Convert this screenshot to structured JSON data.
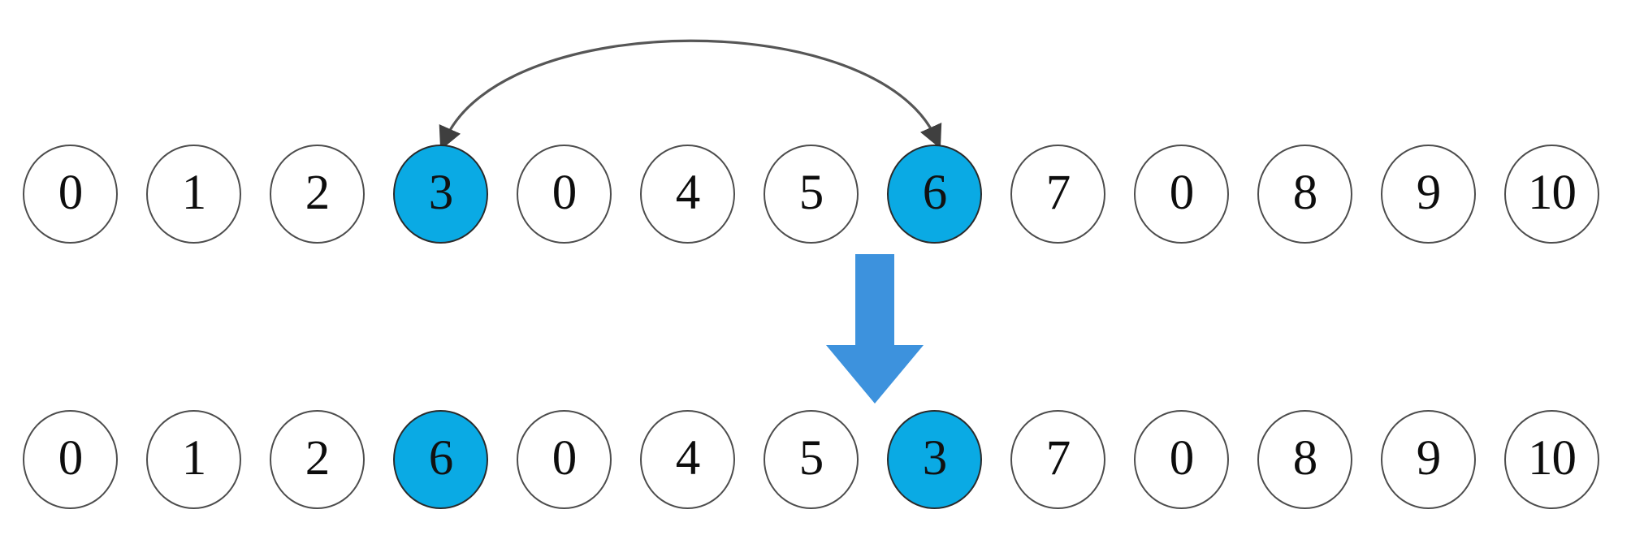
{
  "diagram": {
    "title": "array-element-swap-illustration",
    "type": "swap-diagram",
    "highlight_color": "#0aaae4",
    "arrow_color": "#3d92dd",
    "outline_color": "#4d4d4d",
    "text_color": "#0d0d0d",
    "background_color": "#ffffff"
  },
  "rows": [
    {
      "name": "before",
      "nodes": [
        {
          "value": "0",
          "highlighted": false
        },
        {
          "value": "1",
          "highlighted": false
        },
        {
          "value": "2",
          "highlighted": false
        },
        {
          "value": "3",
          "highlighted": true
        },
        {
          "value": "0",
          "highlighted": false
        },
        {
          "value": "4",
          "highlighted": false
        },
        {
          "value": "5",
          "highlighted": false
        },
        {
          "value": "6",
          "highlighted": true
        },
        {
          "value": "7",
          "highlighted": false
        },
        {
          "value": "0",
          "highlighted": false
        },
        {
          "value": "8",
          "highlighted": false
        },
        {
          "value": "9",
          "highlighted": false
        },
        {
          "value": "10",
          "highlighted": false
        }
      ]
    },
    {
      "name": "after",
      "nodes": [
        {
          "value": "0",
          "highlighted": false
        },
        {
          "value": "1",
          "highlighted": false
        },
        {
          "value": "2",
          "highlighted": false
        },
        {
          "value": "6",
          "highlighted": true
        },
        {
          "value": "0",
          "highlighted": false
        },
        {
          "value": "4",
          "highlighted": false
        },
        {
          "value": "5",
          "highlighted": false
        },
        {
          "value": "3",
          "highlighted": true
        },
        {
          "value": "7",
          "highlighted": false
        },
        {
          "value": "0",
          "highlighted": false
        },
        {
          "value": "8",
          "highlighted": false
        },
        {
          "value": "9",
          "highlighted": false
        },
        {
          "value": "10",
          "highlighted": false
        }
      ]
    }
  ],
  "annotations": {
    "swap_arc": {
      "from_index": 3,
      "to_index": 7,
      "label": ""
    },
    "transition_arrow": {
      "direction": "down",
      "label": ""
    }
  }
}
